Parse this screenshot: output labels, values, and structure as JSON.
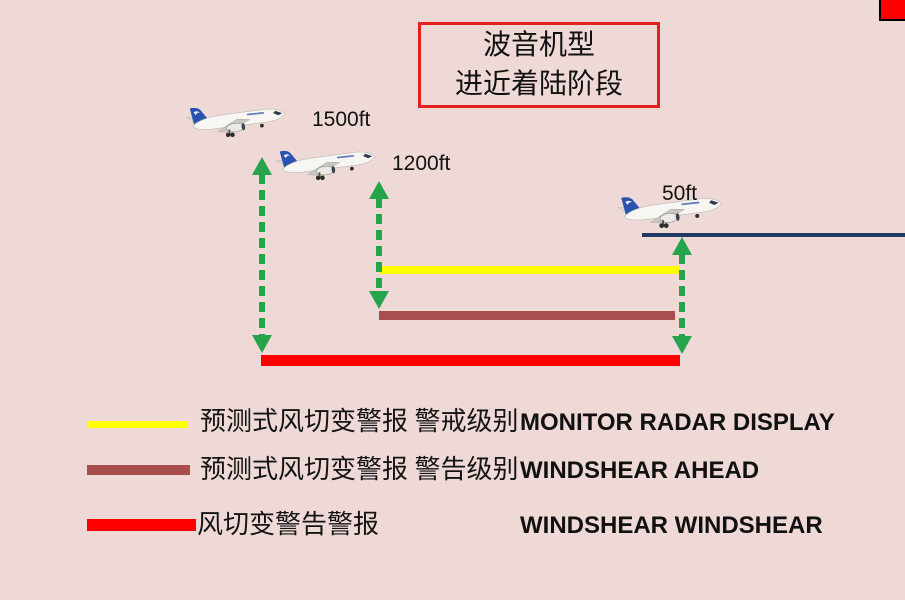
{
  "slide": {
    "background_color": "#efd9d7",
    "corner_marker_color": "#ff0000",
    "title": {
      "line1": "波音机型",
      "line2": "进近着陆阶段",
      "border_color": "#e32220"
    }
  },
  "diagram": {
    "arrow_color": "#26a44b",
    "runway_line_color": "#1f3864",
    "altitudes": [
      {
        "label": "1500ft"
      },
      {
        "label": "1200ft"
      },
      {
        "label": "50ft"
      }
    ],
    "bars": {
      "monitor": "#ffff00",
      "ahead": "#a94e4e",
      "warning": "#ff0000"
    }
  },
  "legend": {
    "rows": [
      {
        "color": "#ffff00",
        "zh": "预测式风切变警报 警戒级别",
        "en": "MONITOR RADAR DISPLAY"
      },
      {
        "color": "#a94e4e",
        "zh": "预测式风切变警报 警告级别",
        "en": "WINDSHEAR AHEAD"
      },
      {
        "color": "#ff0000",
        "zh": "风切变警告警报",
        "en": "WINDSHEAR WINDSHEAR"
      }
    ]
  }
}
